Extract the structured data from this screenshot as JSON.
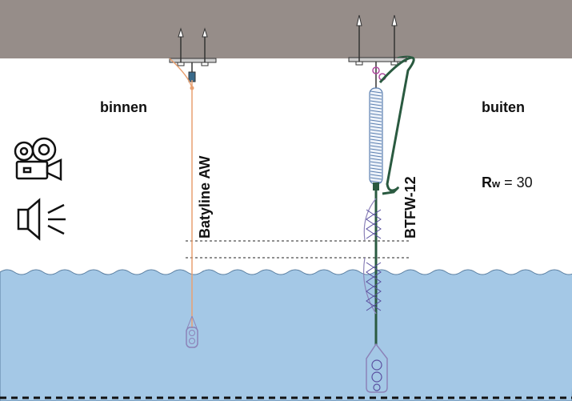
{
  "labels": {
    "inside": "binnen",
    "outside": "buiten",
    "left_product": "Batyline AW",
    "right_product": "BTFW-12",
    "rw_symbol": "R",
    "rw_subscript": "w",
    "rw_value": " = 30"
  },
  "icons": {
    "camera": "video-camera-icon",
    "sound": "speaker-icon"
  },
  "colors": {
    "ceiling": "#968d89",
    "floor": "#a4c8e6",
    "left_cord": "#e9a070",
    "right_rope": "#2a5a40",
    "spring": "#5b7fb0",
    "weight": "#8c82b8"
  }
}
